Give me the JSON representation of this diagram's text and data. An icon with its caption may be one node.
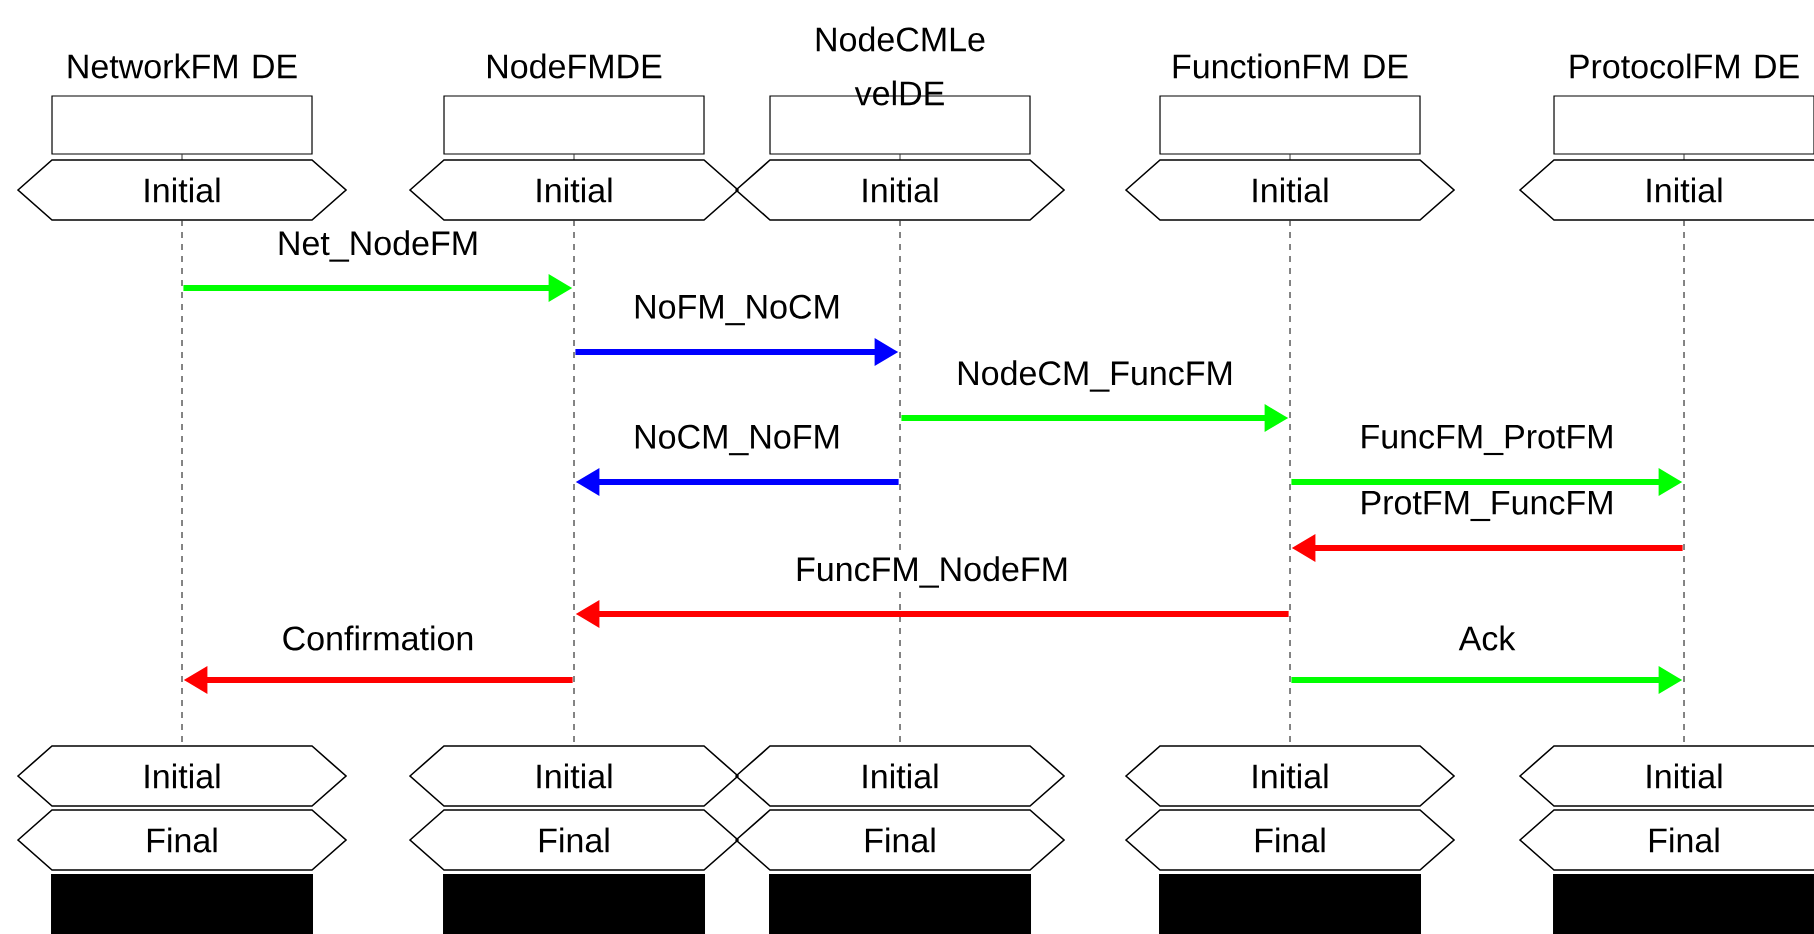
{
  "diagram": {
    "nodes": [
      {
        "text": [
          "NetworkFM DE"
        ]
      },
      {
        "text": [
          "NodeFMDE"
        ]
      },
      {
        "text": [
          "NodeCMLe velDE"
        ]
      },
      {
        "text": [
          "FunctionFM DE"
        ]
      },
      {
        "text": [
          "ProtocolFM DE"
        ]
      },
      {
        "text": [
          "Initial"
        ]
      },
      {
        "text": [
          "Initial"
        ]
      },
      {
        "text": [
          "Initial"
        ]
      },
      {
        "text": [
          "Initial"
        ]
      },
      {
        "text": [
          "Initial"
        ]
      },
      {
        "text": [],
        "shape": "line"
      },
      {
        "text": [],
        "shape": "line"
      },
      {
        "text": [],
        "shape": "line"
      },
      {
        "text": [],
        "shape": "line"
      },
      {
        "text": [],
        "shape": "line"
      },
      {
        "text": [
          "Initial"
        ]
      },
      {
        "text": [
          "Initial"
        ]
      },
      {
        "text": [
          "Initial"
        ]
      },
      {
        "text": [
          "Initial"
        ]
      },
      {
        "text": [
          "Initial"
        ]
      },
      {
        "text": [
          "Final"
        ]
      },
      {
        "text": [
          "Final"
        ]
      },
      {
        "text": [
          "Final"
        ]
      },
      {
        "text": [
          "Final"
        ]
      },
      {
        "text": [
          "Final"
        ]
      },
      {
        "text": [],
        "shape": "bar"
      },
      {
        "text": [],
        "shape": "bar"
      },
      {
        "text": [],
        "shape": "bar"
      },
      {
        "text": [],
        "shape": "bar"
      },
      {
        "text": [],
        "shape": "bar"
      }
    ],
    "edges": [
      {
        "from": 10,
        "to": 11,
        "arrow": "to",
        "label": "Net_NodeFM",
        "color": "#00ff00"
      },
      {
        "from": 11,
        "to": 12,
        "arrow": "to",
        "label": "NoFM_NoCM",
        "color": "#0000ff"
      },
      {
        "from": 12,
        "to": 13,
        "arrow": "to",
        "label": "NodeCM_FuncFM",
        "color": "#00ff00"
      },
      {
        "from": 12,
        "to": 11,
        "arrow": "to",
        "label": "NoCM_NoFM",
        "color": "#0000ff"
      },
      {
        "from": 13,
        "to": 14,
        "arrow": "to",
        "label": "FuncFM_ProtFM",
        "color": "#00ff00"
      },
      {
        "from": 14,
        "to": 13,
        "arrow": "to",
        "label": "ProtFM_FuncFM",
        "color": "#ff0000"
      },
      {
        "from": 13,
        "to": 11,
        "arrow": "to",
        "label": "FuncFM_NodeFM",
        "color": "#ff0000"
      },
      {
        "from": 11,
        "to": 10,
        "arrow": "to",
        "label": "Confirmation",
        "color": "#ff0000"
      },
      {
        "from": 13,
        "to": 14,
        "arrow": "to",
        "label": "Ack",
        "color": "#00ff00"
      }
    ]
  }
}
